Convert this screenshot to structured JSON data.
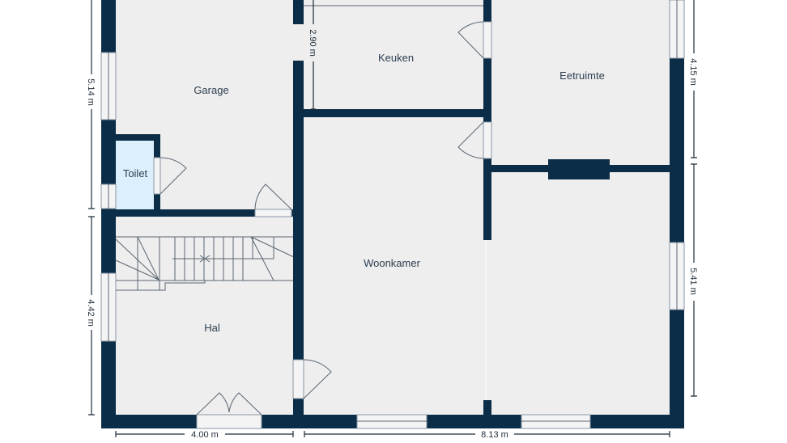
{
  "colors": {
    "wall": "#0b2d47",
    "floor": "#eeeeee",
    "toilet": "#dbf0fb",
    "background": "#ffffff"
  },
  "rooms": {
    "garage": "Garage",
    "keuken": "Keuken",
    "eetruimte": "Eetruimte",
    "toilet": "Toilet",
    "woonkamer": "Woonkamer",
    "hal": "Hal"
  },
  "dimensions": {
    "left_top": "5.14 m",
    "left_bottom": "4.42 m",
    "bottom_left": "4.00 m",
    "bottom_right": "8.13 m",
    "right_top": "4.15 m",
    "right_bottom": "5.41 m",
    "keuken_height": "2.90 m"
  }
}
